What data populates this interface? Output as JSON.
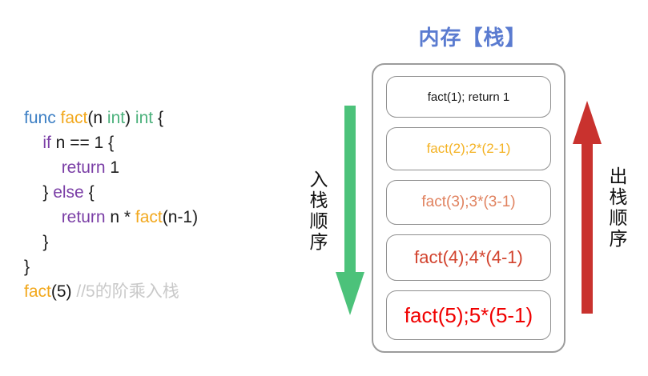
{
  "code": {
    "lines": [
      {
        "indent": 0,
        "tokens": [
          {
            "t": "func ",
            "c": "kw-func"
          },
          {
            "t": "fact",
            "c": "fn"
          },
          {
            "t": "(n ",
            "c": "plain"
          },
          {
            "t": "int",
            "c": "type"
          },
          {
            "t": ") ",
            "c": "plain"
          },
          {
            "t": "int",
            "c": "type"
          },
          {
            "t": " {",
            "c": "plain"
          }
        ]
      },
      {
        "indent": 1,
        "tokens": [
          {
            "t": "if",
            "c": "kw"
          },
          {
            "t": " n == 1 {",
            "c": "plain"
          }
        ]
      },
      {
        "indent": 2,
        "tokens": [
          {
            "t": "return",
            "c": "kw"
          },
          {
            "t": " 1",
            "c": "plain"
          }
        ]
      },
      {
        "indent": 1,
        "tokens": [
          {
            "t": "} ",
            "c": "plain"
          },
          {
            "t": "else",
            "c": "kw"
          },
          {
            "t": " {",
            "c": "plain"
          }
        ]
      },
      {
        "indent": 2,
        "tokens": [
          {
            "t": "return",
            "c": "kw"
          },
          {
            "t": " n * ",
            "c": "plain"
          },
          {
            "t": "fact",
            "c": "fn"
          },
          {
            "t": "(n-1)",
            "c": "plain"
          }
        ]
      },
      {
        "indent": 1,
        "tokens": [
          {
            "t": "}",
            "c": "plain"
          }
        ]
      },
      {
        "indent": 0,
        "tokens": [
          {
            "t": "}",
            "c": "plain"
          }
        ]
      },
      {
        "indent": 0,
        "tokens": [
          {
            "t": "fact",
            "c": "fn"
          },
          {
            "t": "(5)",
            "c": "plain"
          },
          {
            "t": " //5的阶乘入栈",
            "c": "comment"
          }
        ]
      }
    ],
    "plain_text": "func fact(n int) int {\n    if n == 1 {\n        return 1\n    } else {\n        return n * fact(n-1)\n    }\n}\nfact(5) //5的阶乘入栈"
  },
  "stack": {
    "title": "内存【栈】",
    "title_color": "#5A7BD0",
    "frames": [
      {
        "label": "fact(1); return 1",
        "color": "#1a1a1a"
      },
      {
        "label": "fact(2);2*(2-1)",
        "color": "#F4B223"
      },
      {
        "label": "fact(3);3*(3-1)",
        "color": "#E0825F"
      },
      {
        "label": "fact(4);4*(4-1)",
        "color": "#D2432E"
      },
      {
        "label": "fact(5);5*(5-1)",
        "color": "#F00000"
      }
    ]
  },
  "push_arrow": {
    "label": "入栈顺序",
    "direction": "down",
    "color": "#4CC27A"
  },
  "pop_arrow": {
    "label": "出栈顺序",
    "direction": "up",
    "color": "#C9322E"
  }
}
